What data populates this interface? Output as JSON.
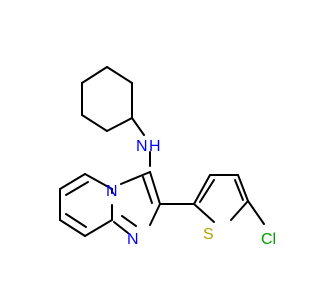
{
  "molecule": {
    "atoms": {
      "nh": "N",
      "h": "H",
      "n_bridge": "N",
      "n_ring": "N",
      "s": "S",
      "cl": "Cl"
    },
    "colors": {
      "nitrogen": "#0000ff",
      "sulfur": "#b8a000",
      "chlorine": "#00a000",
      "bond": "#000000"
    }
  }
}
